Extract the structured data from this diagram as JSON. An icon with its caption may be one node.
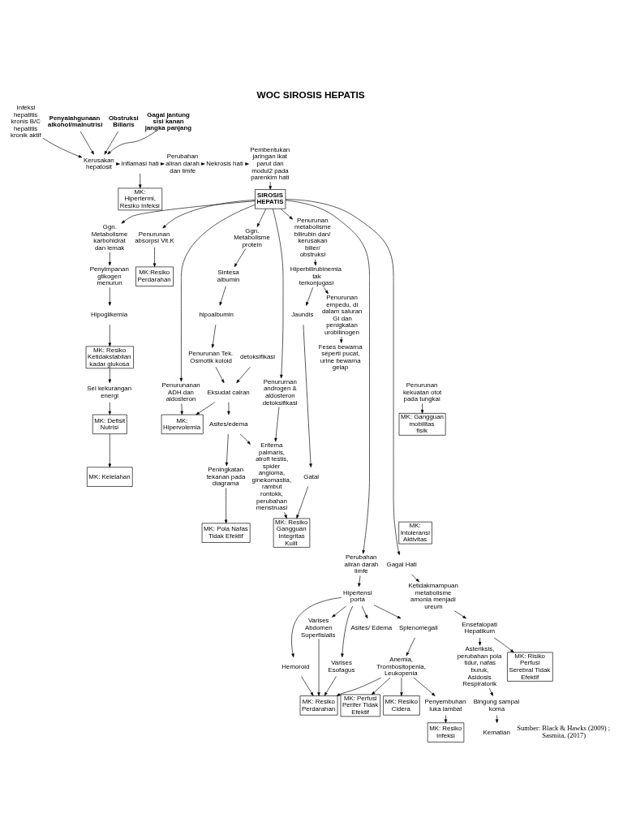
{
  "diagram": {
    "title": "WOC SIROSIS HEPATIS",
    "nodes": [
      {
        "text": [
          "Infeksi hepatitis kronis B/C hepatitis kronik aktif"
        ]
      },
      {
        "text": [
          "Penyalahgunaan alkohol/malnutrisi"
        ]
      },
      {
        "text": [
          "Obstruksi Biliaris"
        ]
      },
      {
        "text": [
          "Gagal jantung sisi kanan jangka panjang"
        ]
      },
      {
        "text": [
          "Kerusakan hepatosit"
        ]
      },
      {
        "text": [
          "Inflamasi hati"
        ]
      },
      {
        "text": [
          "Perubahan aliran darah dan limfe"
        ]
      },
      {
        "text": [
          "Nekrosis hati"
        ]
      },
      {
        "text": [
          "Pembentukan jaringan ikat parut dan modul2 pada parenkim hati"
        ]
      },
      {
        "text": [
          "MK: Hipertermi, Resiko Infeksi"
        ]
      },
      {
        "text": [
          "SIROSIS HEPATIS"
        ]
      },
      {
        "text": [
          "Ggn. Metabolisme karbohidrat dan lemak"
        ]
      },
      {
        "text": [
          "Penurunan absorpsi Vit.K"
        ]
      },
      {
        "text": [
          "Ggn. Metabolisme protein"
        ]
      },
      {
        "text": [
          "Penururnan androgen & aldosteron detoksifikasi"
        ]
      },
      {
        "text": [
          "Penurunan metabolisme bilirubin dan/ kerusakan bilier/ obstruksi"
        ]
      },
      {
        "text": [
          "Perubahan aliran darah limfe"
        ]
      },
      {
        "text": [
          "Gagal Hati"
        ]
      },
      {
        "text": [
          "Ketidakmampuan metabolisme amonia menjadi ureum"
        ]
      },
      {
        "text": [
          "Penyimpanan glikogen menurun"
        ]
      },
      {
        "text": [
          "MK:Resiko Perdarahan"
        ]
      },
      {
        "text": [
          "Sintesa albumin"
        ]
      },
      {
        "text": [
          "Penurunanan ADH dan aldosteron"
        ]
      },
      {
        "text": [
          "hipoalbumin"
        ]
      },
      {
        "text": [
          "Eritema palmaris, atrofi testis, spider angioma, ginekomastia, rambut rontokk, perubahan menstruasi"
        ]
      },
      {
        "text": [
          "Hiperbilirubinemia tak terkonjugasi"
        ]
      },
      {
        "text": [
          "Hipertensi porta"
        ]
      },
      {
        "text": [
          "Splenomegali"
        ]
      },
      {
        "text": [
          "Ensefalopati Hepatikum"
        ]
      },
      {
        "text": [
          "Asteriksis, perubahan pola tidur, nafas buruk, Asidosis Respiratorik"
        ]
      },
      {
        "text": [
          "Hipoglikemia"
        ]
      },
      {
        "text": [
          "Asites/ Edema"
        ]
      },
      {
        "text": [
          "Anemia, Trombositopenia, Leukopenia"
        ]
      },
      {
        "text": [
          "detoksifikasi"
        ]
      },
      {
        "text": [
          "Penurunan Tek. Osmotik koloid"
        ]
      },
      {
        "text": [
          "Jaundis"
        ]
      },
      {
        "text": [
          "MK: Risiko Perfusi Serebral Tidak Efektif"
        ]
      },
      {
        "text": [
          "MK: Resiko Ketidakstabilan kadar glukosa"
        ]
      },
      {
        "text": [
          "Eksudat cairan"
        ]
      },
      {
        "text": [
          "Gatal"
        ]
      },
      {
        "text": [
          "Varises Esofagus"
        ]
      },
      {
        "text": [
          "Hemoroid"
        ]
      },
      {
        "text": [
          "Varises Abdomen Superfisialis"
        ]
      },
      {
        "text": [
          "Bingung sampai koma"
        ]
      },
      {
        "text": [
          "MK: Hipervolemia"
        ]
      },
      {
        "text": [
          "Sel kekurangan energi"
        ]
      },
      {
        "text": [
          "Asites/edema"
        ]
      },
      {
        "text": [
          "MK: Resiko Perdarahan"
        ]
      },
      {
        "text": [
          "MK: Resiko Cidera"
        ]
      },
      {
        "text": [
          "Penurunan empedu, di dalam saluran GI dan penigkatan urobilinogen"
        ]
      },
      {
        "text": [
          "MK: Defisit Nutrisi"
        ]
      },
      {
        "text": [
          "Penurunan kekuatan otot pada tungkai"
        ]
      },
      {
        "text": [
          "Peningkatan tekanan pada diagrama"
        ]
      },
      {
        "text": [
          "MK: Resiko Gangguan Integritas Kulit"
        ]
      },
      {
        "text": [
          "Penyembuhan luka lambat"
        ]
      },
      {
        "text": [
          "Kematian"
        ]
      },
      {
        "text": [
          "MK: Resiko Infeksi"
        ]
      },
      {
        "text": [
          "MK: Perfusi Perifer Tidak Efektif"
        ]
      },
      {
        "text": [
          "MK: Pola Nafas Tidak Efektif"
        ]
      },
      {
        "text": [
          "MK: Gangguan mobilitas fisik"
        ]
      },
      {
        "text": [
          "MK: Kelelahan"
        ]
      },
      {
        "text": [
          "Feses bewarna seperti pucat, urine bewarna gelap"
        ]
      },
      {
        "text": [
          "MK: Intoleransi Aktivitas"
        ]
      }
    ],
    "edges": [
      {
        "from": 0,
        "to": 4,
        "arrow": "to"
      },
      {
        "from": 1,
        "to": 4,
        "arrow": "to"
      },
      {
        "from": 2,
        "to": 4,
        "arrow": "to"
      },
      {
        "from": 3,
        "to": 4,
        "arrow": "to"
      },
      {
        "from": 4,
        "to": 5,
        "arrow": "to"
      },
      {
        "from": 5,
        "to": 6,
        "arrow": "to"
      },
      {
        "from": 6,
        "to": 7,
        "arrow": "to"
      },
      {
        "from": 7,
        "to": 8,
        "arrow": "to"
      },
      {
        "from": 8,
        "to": 10,
        "arrow": "to"
      },
      {
        "from": 5,
        "to": 9,
        "arrow": "to"
      },
      {
        "from": 10,
        "to": 11,
        "arrow": "to"
      },
      {
        "from": 10,
        "to": 12,
        "arrow": "to"
      },
      {
        "from": 10,
        "to": 22,
        "arrow": "to"
      },
      {
        "from": 10,
        "to": 13,
        "arrow": "to"
      },
      {
        "from": 10,
        "to": 14,
        "arrow": "to"
      },
      {
        "from": 10,
        "to": 15,
        "arrow": "to"
      },
      {
        "from": 10,
        "to": 16,
        "arrow": "to"
      },
      {
        "from": 10,
        "to": 17,
        "arrow": "to"
      },
      {
        "from": 11,
        "to": 19,
        "arrow": "to"
      },
      {
        "from": 19,
        "to": 30,
        "arrow": "to"
      },
      {
        "from": 30,
        "to": 37,
        "arrow": "to"
      },
      {
        "from": 37,
        "to": 45,
        "arrow": "to"
      },
      {
        "from": 45,
        "to": 50,
        "arrow": "to"
      },
      {
        "from": 50,
        "to": 60,
        "arrow": "to"
      },
      {
        "from": 12,
        "to": 20,
        "arrow": "to"
      },
      {
        "from": 22,
        "to": 44,
        "arrow": "to"
      },
      {
        "from": 13,
        "to": 21,
        "arrow": "to"
      },
      {
        "from": 21,
        "to": 23,
        "arrow": "to"
      },
      {
        "from": 23,
        "to": 34,
        "arrow": "to"
      },
      {
        "from": 34,
        "to": 38,
        "arrow": "to"
      },
      {
        "from": 38,
        "to": 46,
        "arrow": "to"
      },
      {
        "from": 46,
        "to": 52,
        "arrow": "to"
      },
      {
        "from": 52,
        "to": 58,
        "arrow": "to"
      },
      {
        "from": 33,
        "to": 38,
        "arrow": "to"
      },
      {
        "from": 38,
        "to": 44,
        "arrow": "to"
      },
      {
        "from": 46,
        "to": 24,
        "arrow": "to"
      },
      {
        "from": 14,
        "to": 24,
        "arrow": "to"
      },
      {
        "from": 24,
        "to": 53,
        "arrow": "to"
      },
      {
        "from": 39,
        "to": 53,
        "arrow": "to"
      },
      {
        "from": 15,
        "to": 25,
        "arrow": "to"
      },
      {
        "from": 25,
        "to": 35,
        "arrow": "to"
      },
      {
        "from": 35,
        "to": 39,
        "arrow": "to"
      },
      {
        "from": 25,
        "to": 49,
        "arrow": "to"
      },
      {
        "from": 49,
        "to": 61,
        "arrow": "to"
      },
      {
        "from": 16,
        "to": 26,
        "arrow": "to"
      },
      {
        "from": 26,
        "to": 31,
        "arrow": "to"
      },
      {
        "from": 26,
        "to": 27,
        "arrow": "to"
      },
      {
        "from": 26,
        "to": 40,
        "arrow": "to"
      },
      {
        "from": 26,
        "to": 41,
        "arrow": "to"
      },
      {
        "from": 26,
        "to": 42,
        "arrow": "to"
      },
      {
        "from": 40,
        "to": 47,
        "arrow": "to"
      },
      {
        "from": 41,
        "to": 47,
        "arrow": "to"
      },
      {
        "from": 42,
        "to": 47,
        "arrow": "to"
      },
      {
        "from": 27,
        "to": 32,
        "arrow": "to"
      },
      {
        "from": 32,
        "to": 47,
        "arrow": "to"
      },
      {
        "from": 32,
        "to": 54,
        "arrow": "to"
      },
      {
        "from": 32,
        "to": 48,
        "arrow": "to"
      },
      {
        "from": 32,
        "to": 57,
        "arrow": "to"
      },
      {
        "from": 54,
        "to": 56,
        "arrow": "to"
      },
      {
        "from": 17,
        "to": 18,
        "arrow": "to"
      },
      {
        "from": 18,
        "to": 28,
        "arrow": "to"
      },
      {
        "from": 28,
        "to": 29,
        "arrow": "to"
      },
      {
        "from": 28,
        "to": 36,
        "arrow": "to"
      },
      {
        "from": 29,
        "to": 43,
        "arrow": "to"
      },
      {
        "from": 43,
        "to": 55,
        "arrow": "to"
      },
      {
        "from": 51,
        "to": 59,
        "arrow": "to"
      }
    ],
    "labels": [
      "Sumber: Black & Hawks (2009) ; Sasmita, (2017)"
    ]
  }
}
